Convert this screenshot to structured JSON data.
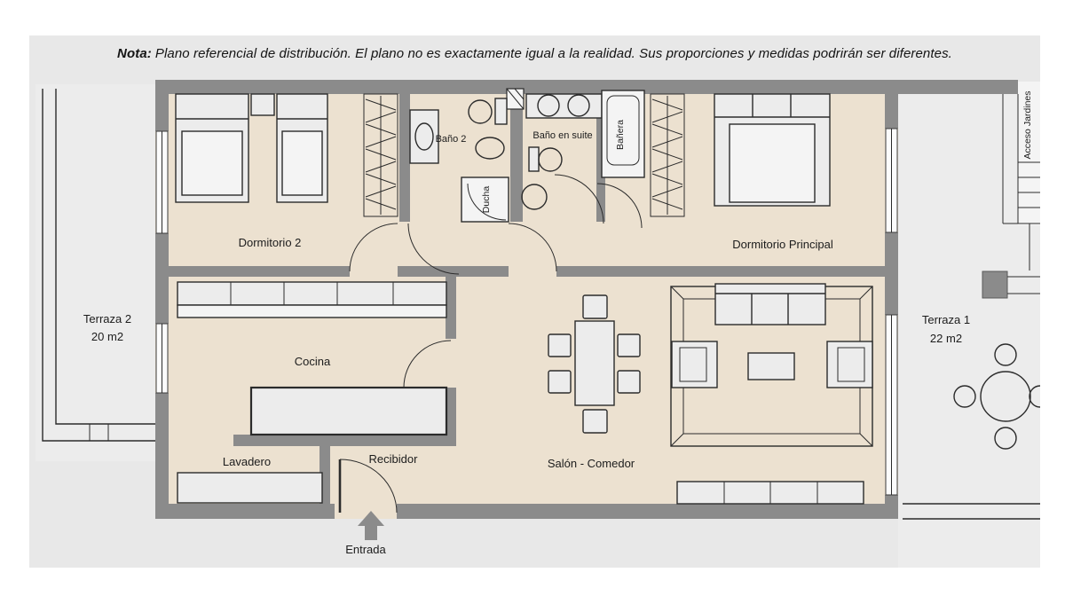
{
  "note": {
    "prefix": "Nota:",
    "body": "Plano referencial de distribución. El plano no es exactamente igual a la realidad. Sus proporciones y medidas podrirán ser diferentes."
  },
  "rooms": {
    "dormitorio2": "Dormitorio 2",
    "bano2": "Baño 2",
    "ducha": "Ducha",
    "banoSuite": "Baño en suite",
    "banera": "Bañera",
    "dormitorioPrincipal": "Dormitorio Principal",
    "cocina": "Cocina",
    "lavadero": "Lavadero",
    "recibidor": "Recibidor",
    "salonComedor": "Salón - Comedor",
    "entrada": "Entrada",
    "accesoJardines": "Acceso Jardines"
  },
  "terraces": {
    "terraza1": {
      "name": "Terraza 1",
      "area": "22 m2"
    },
    "terraza2": {
      "name": "Terraza 2",
      "area": "20 m2"
    }
  },
  "colors": {
    "background": "#ffffff",
    "panel": "#e8e8e8",
    "wall": "#8b8b8b",
    "interior_floor": "#ece1d0",
    "terrace_floor": "#ececec",
    "furniture_fill": "#ececec",
    "line": "#2b2b2b"
  }
}
